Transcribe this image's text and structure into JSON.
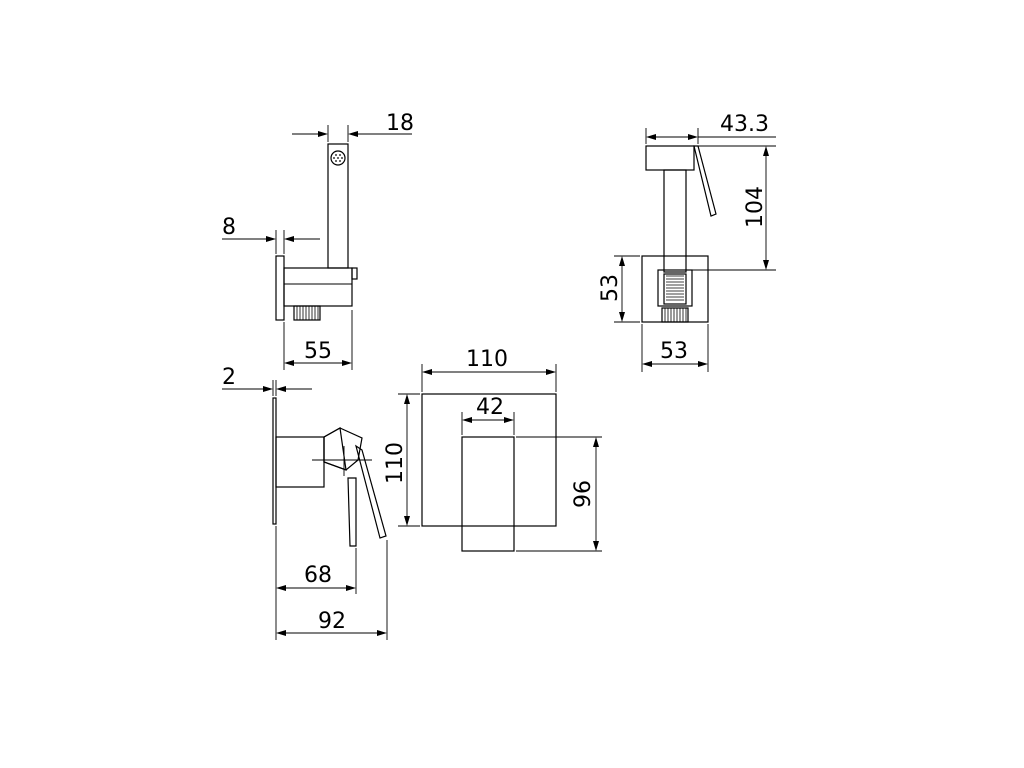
{
  "colors": {
    "background": "#ffffff",
    "ink": "#000000"
  },
  "dimensions": {
    "holder_stem_width": "18",
    "holder_plate_thickness": "8",
    "holder_depth": "55",
    "side_height": "104",
    "side_width": "43.3",
    "base_height": "53",
    "base_width": "53",
    "plate_thickness": "2",
    "mixer_depth": "68",
    "total_depth": "92",
    "plate_width": "110",
    "plate_height": "110",
    "lever_width": "42",
    "lever_height": "96"
  }
}
